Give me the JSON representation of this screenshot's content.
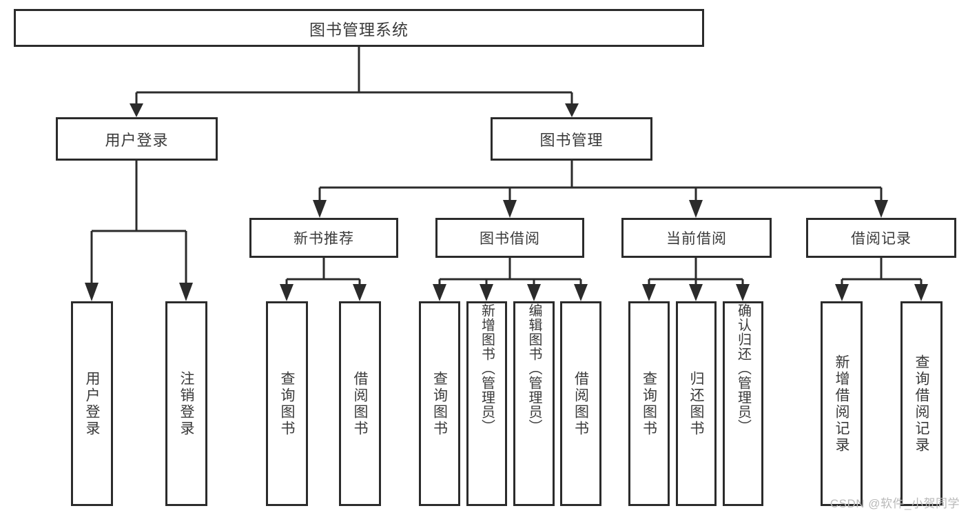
{
  "diagram": {
    "type": "tree",
    "title": "图书管理系统",
    "root": {
      "label": "图书管理系统"
    },
    "level2": [
      {
        "label": "用户登录"
      },
      {
        "label": "图书管理"
      }
    ],
    "level3": [
      {
        "label": "新书推荐"
      },
      {
        "label": "图书借阅"
      },
      {
        "label": "当前借阅"
      },
      {
        "label": "借阅记录"
      }
    ],
    "leaves": {
      "user_login": [
        {
          "label": "用户登录"
        },
        {
          "label": "注销登录"
        }
      ],
      "new_book": [
        {
          "label": "查询图书"
        },
        {
          "label": "借阅图书"
        }
      ],
      "book_borrow": [
        {
          "label": "查询图书"
        },
        {
          "label": "新增图书（管理员）"
        },
        {
          "label": "编辑图书（管理员）"
        },
        {
          "label": "借阅图书"
        }
      ],
      "current_borrow": [
        {
          "label": "查询图书"
        },
        {
          "label": "归还图书"
        },
        {
          "label": "确认归还（管理员）"
        }
      ],
      "borrow_record": [
        {
          "label": "新增借阅记录"
        },
        {
          "label": "查询借阅记录"
        }
      ]
    }
  },
  "watermark": {
    "text": "CSDN @软件_小贺同学"
  },
  "colors": {
    "stroke": "#2b2b2b",
    "text": "#3a3a3a",
    "background": "#ffffff",
    "watermark": "#b9b9b9"
  }
}
